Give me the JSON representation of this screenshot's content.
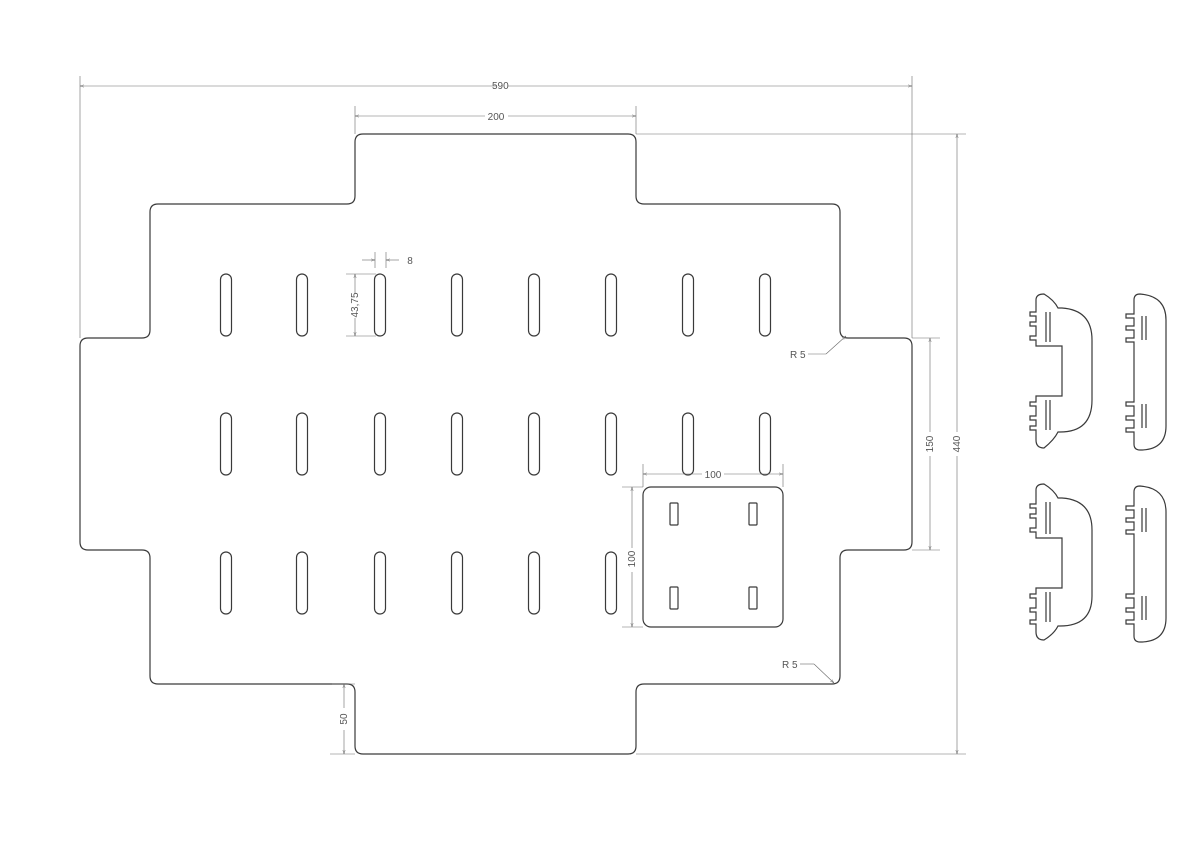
{
  "dimensions": {
    "overall_width": "590",
    "top_tab_width": "200",
    "slot_width": "8",
    "slot_length": "43,75",
    "square_plate_width": "100",
    "square_plate_height": "100",
    "right_tab_height": "150",
    "overall_height": "440",
    "bottom_tab_depth": "50",
    "radius_upper": "R 5",
    "radius_lower": "R 5"
  },
  "colors": {
    "line": "#3a3a3a",
    "dimension": "#6a6a6a",
    "background": "#ffffff"
  }
}
